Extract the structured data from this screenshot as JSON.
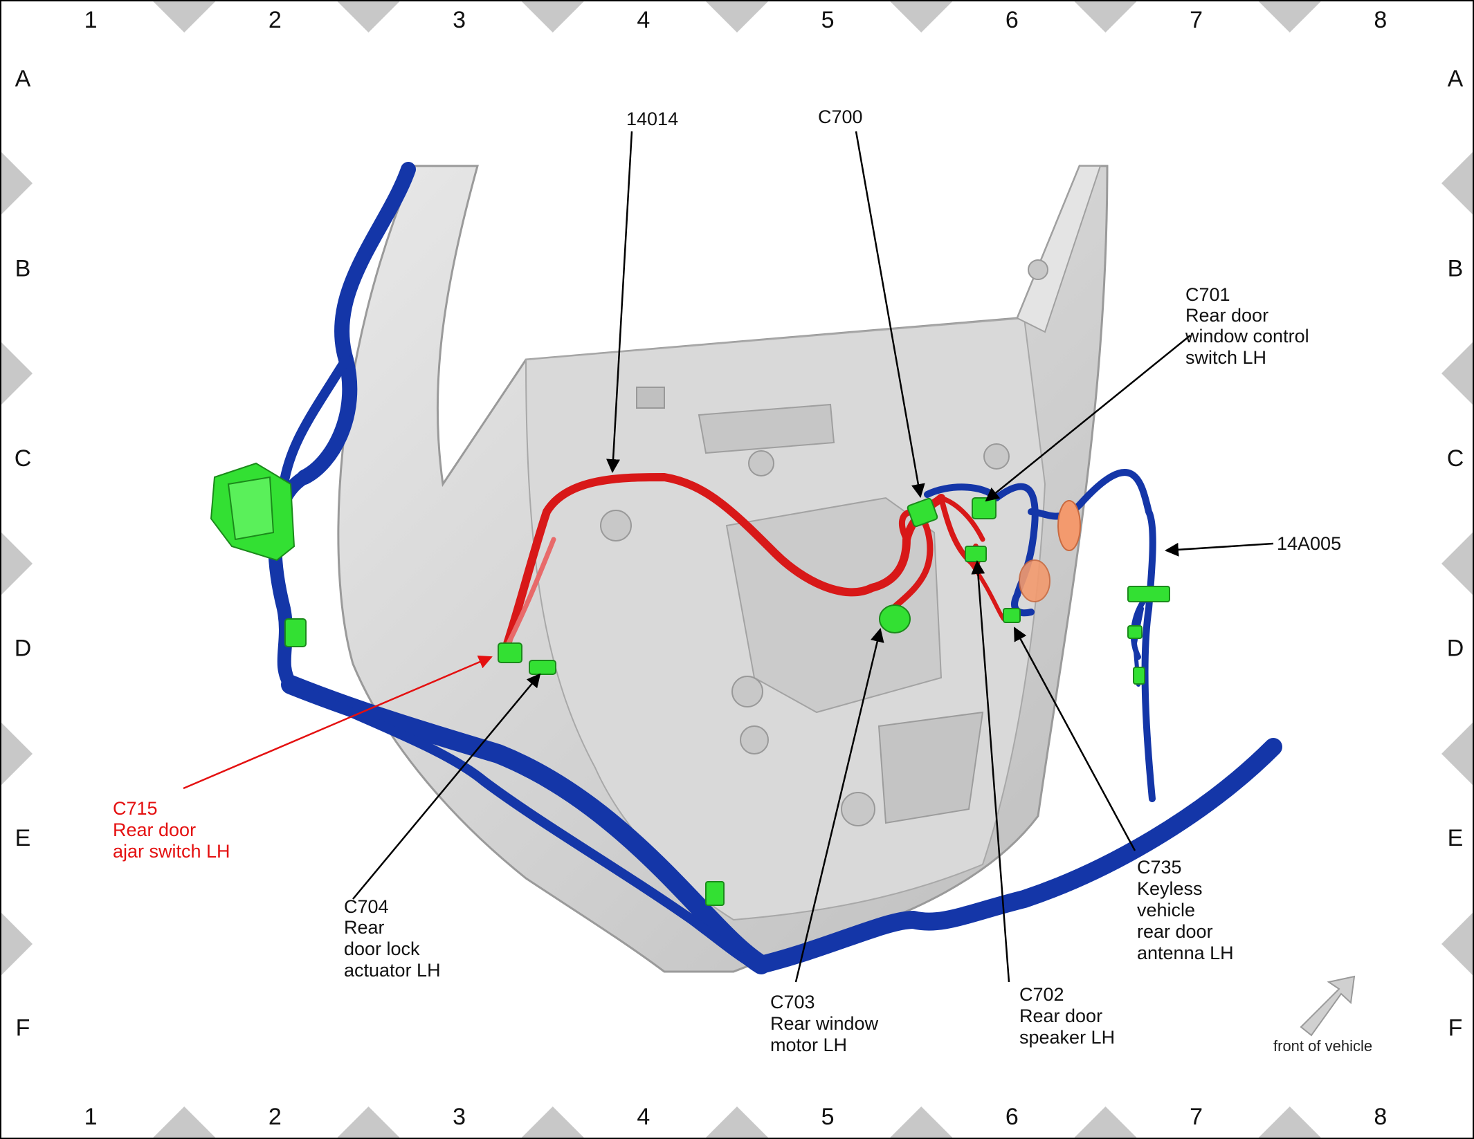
{
  "grid": {
    "columns": [
      "1",
      "2",
      "3",
      "4",
      "5",
      "6",
      "7",
      "8"
    ],
    "rows": [
      "A",
      "B",
      "C",
      "D",
      "E",
      "F"
    ]
  },
  "labels": {
    "14014": "14014",
    "c700": "C700",
    "c701": [
      "C701",
      "Rear door",
      "window control",
      "switch LH"
    ],
    "14a005": "14A005",
    "c715": [
      "C715",
      "Rear door",
      "ajar switch LH"
    ],
    "c704": [
      "C704",
      "Rear",
      "door lock",
      "actuator LH"
    ],
    "c703": [
      "C703",
      "Rear window",
      "motor LH"
    ],
    "c702": [
      "C702",
      "Rear door",
      "speaker LH"
    ],
    "c735": [
      "C735",
      "Keyless",
      "vehicle",
      "rear door",
      "antenna LH"
    ]
  },
  "legend": {
    "front_of_vehicle": "front of vehicle"
  },
  "colors": {
    "harness_blue": "#1436a8",
    "door_harness_red": "#d81818",
    "connector_green": "#33e033",
    "grommet_orange": "#f39a6e",
    "door_gray": "#d2d2d2",
    "highlight_label": "#e41010"
  }
}
